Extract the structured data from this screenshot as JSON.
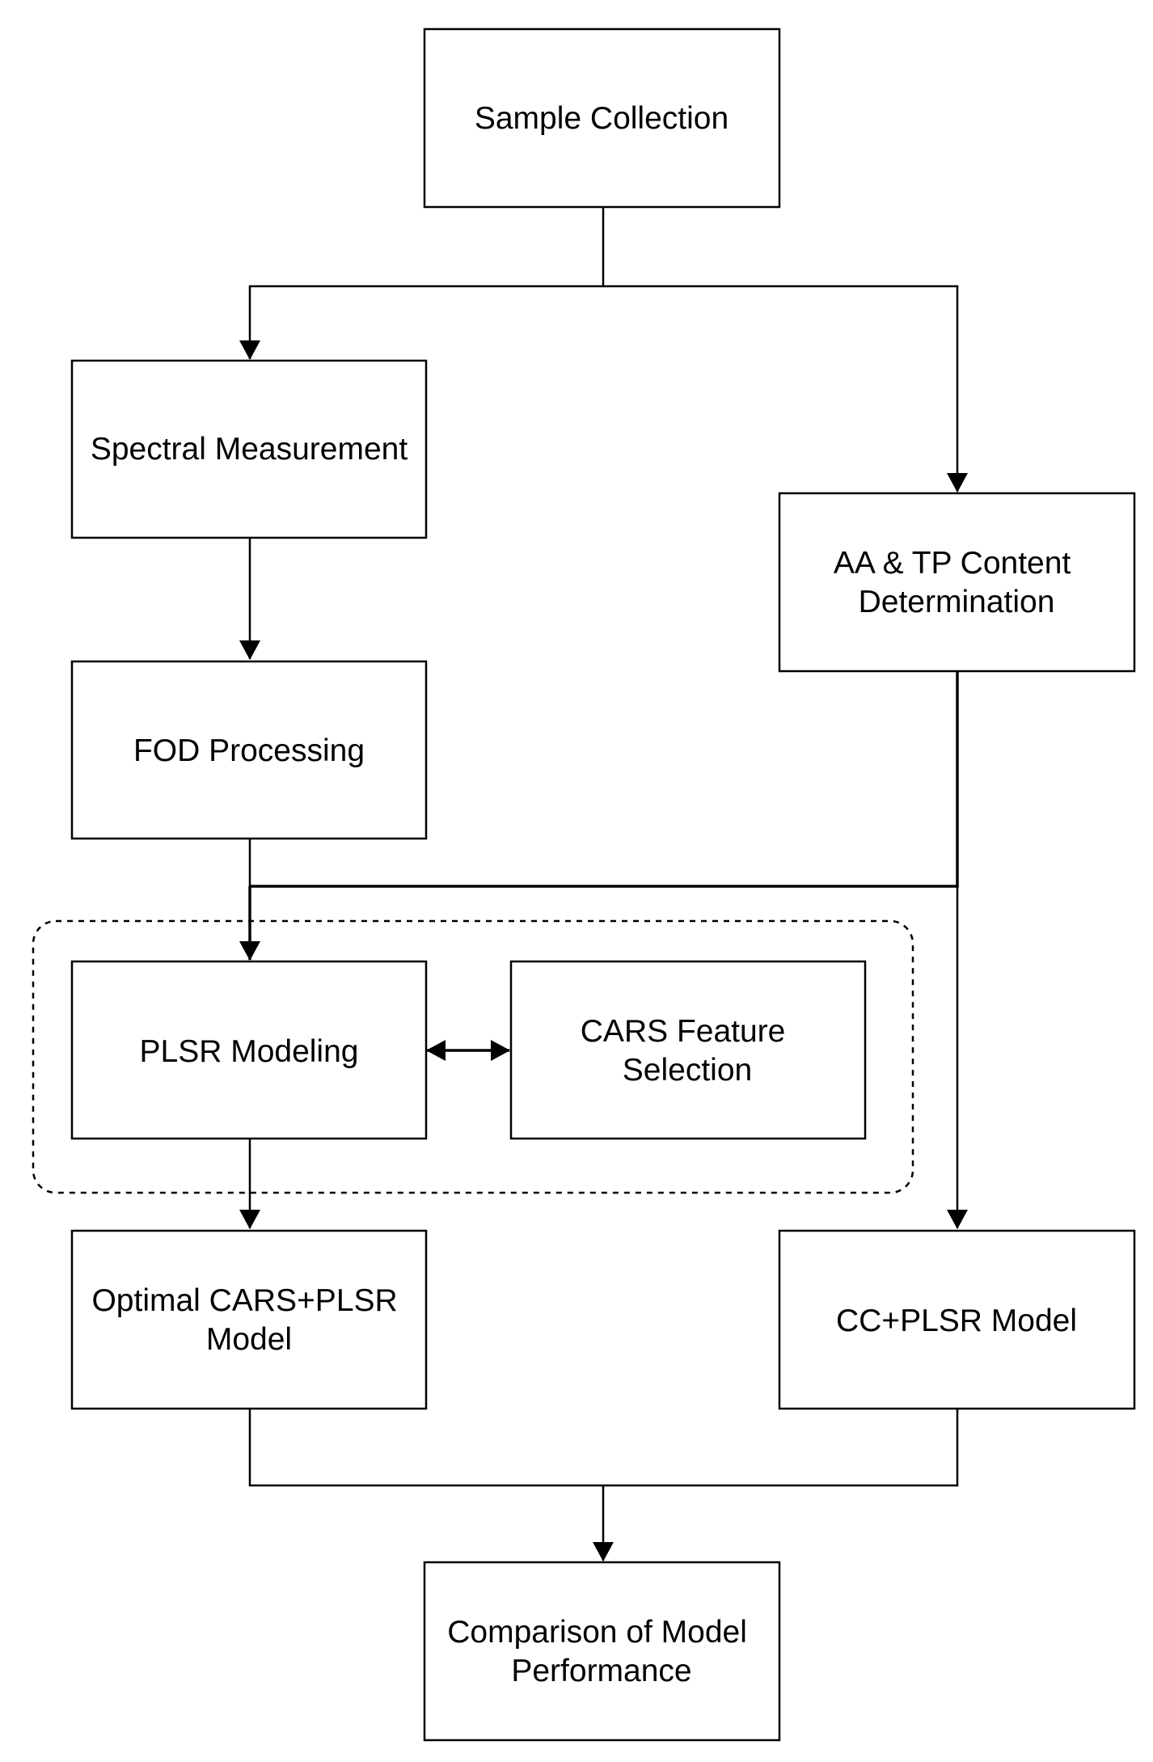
{
  "nodes": {
    "sample_collection": {
      "lines": [
        "Sample Collection"
      ]
    },
    "spectral_measurement": {
      "lines": [
        "Spectral Measurement"
      ]
    },
    "aa_tp_content": {
      "lines": [
        "AA & TP Content",
        "Determination"
      ]
    },
    "fod_processing": {
      "lines": [
        "FOD Processing"
      ]
    },
    "plsr_modeling": {
      "lines": [
        "PLSR Modeling"
      ]
    },
    "cars_feature_selection": {
      "lines": [
        "CARS Feature",
        "Selection"
      ]
    },
    "optimal_cars_plsr": {
      "lines": [
        "Optimal CARS+PLSR",
        "Model"
      ]
    },
    "cc_plsr": {
      "lines": [
        "CC+PLSR Model"
      ]
    },
    "comparison": {
      "lines": [
        "Comparison of Model",
        "Performance"
      ]
    }
  },
  "edges": [
    {
      "from": "sample_collection",
      "to": "spectral_measurement",
      "arrow": "end"
    },
    {
      "from": "sample_collection",
      "to": "aa_tp_content",
      "arrow": "end"
    },
    {
      "from": "spectral_measurement",
      "to": "fod_processing",
      "arrow": "end"
    },
    {
      "from": "fod_processing",
      "to": "plsr_modeling",
      "arrow": "end"
    },
    {
      "from": "aa_tp_content",
      "to": "plsr_modeling",
      "arrow": "end"
    },
    {
      "from": "aa_tp_content",
      "to": "cc_plsr",
      "arrow": "end"
    },
    {
      "from": "plsr_modeling",
      "to": "cars_feature_selection",
      "arrow": "both"
    },
    {
      "from": "plsr_modeling",
      "to": "optimal_cars_plsr",
      "arrow": "end"
    },
    {
      "from": "optimal_cars_plsr",
      "to": "comparison",
      "arrow": "end"
    },
    {
      "from": "cc_plsr",
      "to": "comparison",
      "arrow": "end"
    }
  ],
  "groups": [
    {
      "members": [
        "plsr_modeling",
        "cars_feature_selection"
      ],
      "style": "dashed"
    }
  ]
}
